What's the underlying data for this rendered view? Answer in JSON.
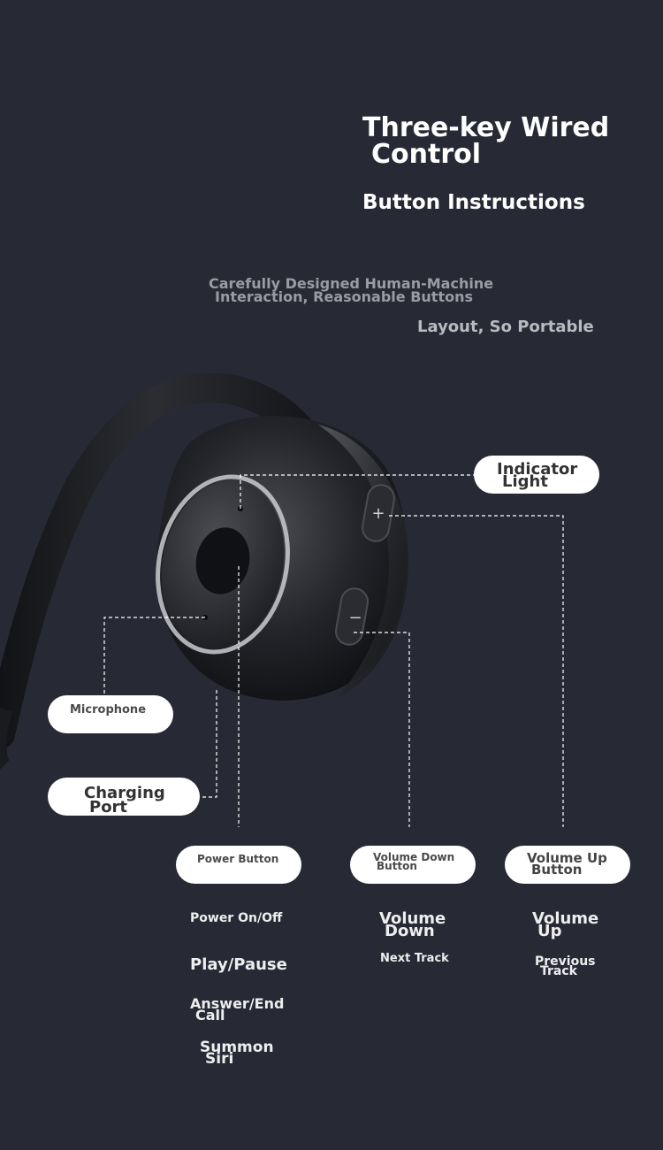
{
  "header": {
    "title_line1": "Three-key Wired",
    "title_line2": "Control",
    "subtitle": "Button Instructions",
    "description_line1": "Carefully Designed Human-Machine",
    "description_line2": "Interaction, Reasonable Buttons",
    "description_line3": "Layout, So Portable"
  },
  "labels": {
    "indicator_line1": "Indicator",
    "indicator_line2": "Light",
    "microphone": "Microphone",
    "charging_line1": "Charging",
    "charging_line2": "Port",
    "power_button": "Power Button",
    "volume_down_line1": "Volume Down",
    "volume_down_line2": "Button",
    "volume_up_line1": "Volume Up",
    "volume_up_line2": "Button"
  },
  "power_functions": {
    "item1": "Power On/Off",
    "item2": "Play/Pause",
    "item3_line1": "Answer/End",
    "item3_line2": "Call",
    "item4_line1": "Summon",
    "item4_line2": "Siri"
  },
  "volume_down_functions": {
    "item1_line1": "Volume",
    "item1_line2": "Down",
    "item2": "Next Track"
  },
  "volume_up_functions": {
    "item1_line1": "Volume",
    "item1_line2": "Up",
    "item2_line1": "Previous",
    "item2_line2": "Track"
  },
  "colors": {
    "background": "#272a35",
    "pill": "#ffffff",
    "device": "#1b1c20"
  }
}
